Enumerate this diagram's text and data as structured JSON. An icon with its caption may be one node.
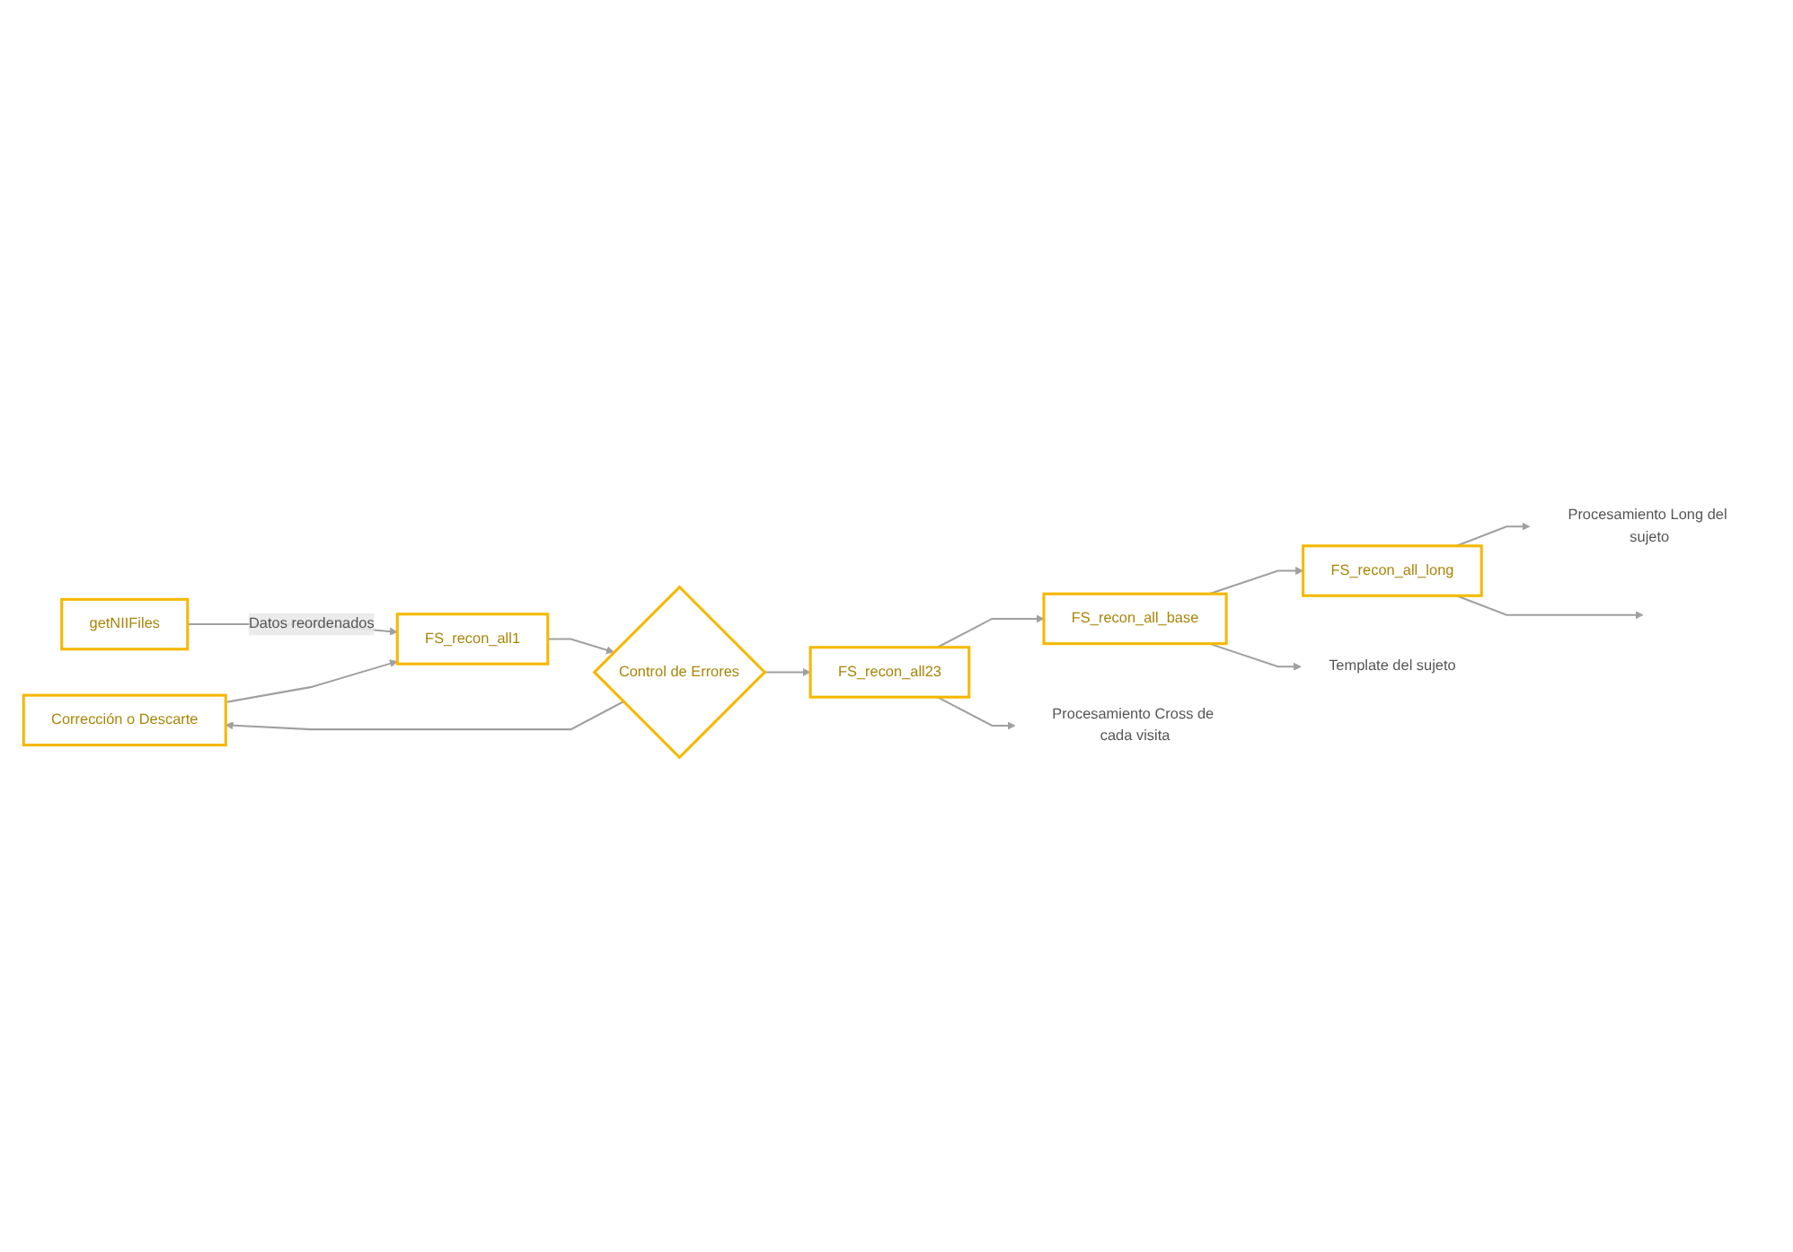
{
  "diagram": {
    "nodes": [
      {
        "text": [
          "Corrección o Descarte"
        ]
      },
      {
        "text": [
          "getNIIFiles"
        ]
      },
      {
        "text": [
          "FS_recon_all1"
        ]
      },
      {
        "text": [
          "Control de Errores"
        ]
      },
      {
        "text": [
          "FS_recon_all23"
        ]
      },
      {
        "text": [
          "FS_recon_all_base"
        ]
      },
      {
        "text": [
          "FS_recon_all_long"
        ]
      },
      {
        "text": [
          "Procesamiento Cross de cada visita"
        ]
      },
      {
        "text": [
          "Template del sujeto"
        ]
      },
      {
        "text": [
          "Procesamiento Long del sujeto"
        ]
      }
    ],
    "edges": [
      {
        "from": 1,
        "to": 2,
        "arrow": "to",
        "label": "Datos reordenados"
      },
      {
        "from": 0,
        "to": 2,
        "arrow": "to"
      },
      {
        "from": 2,
        "to": 3,
        "arrow": "to"
      },
      {
        "from": 3,
        "to": 0,
        "arrow": "to"
      },
      {
        "from": 3,
        "to": 4,
        "arrow": "to"
      },
      {
        "from": 4,
        "to": 7,
        "arrow": "to"
      },
      {
        "from": 4,
        "to": 5,
        "arrow": "to"
      },
      {
        "from": 5,
        "to": 8,
        "arrow": "to"
      },
      {
        "from": 5,
        "to": 6,
        "arrow": "to"
      },
      {
        "from": 6,
        "to": 9,
        "arrow": "to"
      },
      {
        "from": 6,
        "to": null,
        "arrow": "to"
      }
    ]
  }
}
